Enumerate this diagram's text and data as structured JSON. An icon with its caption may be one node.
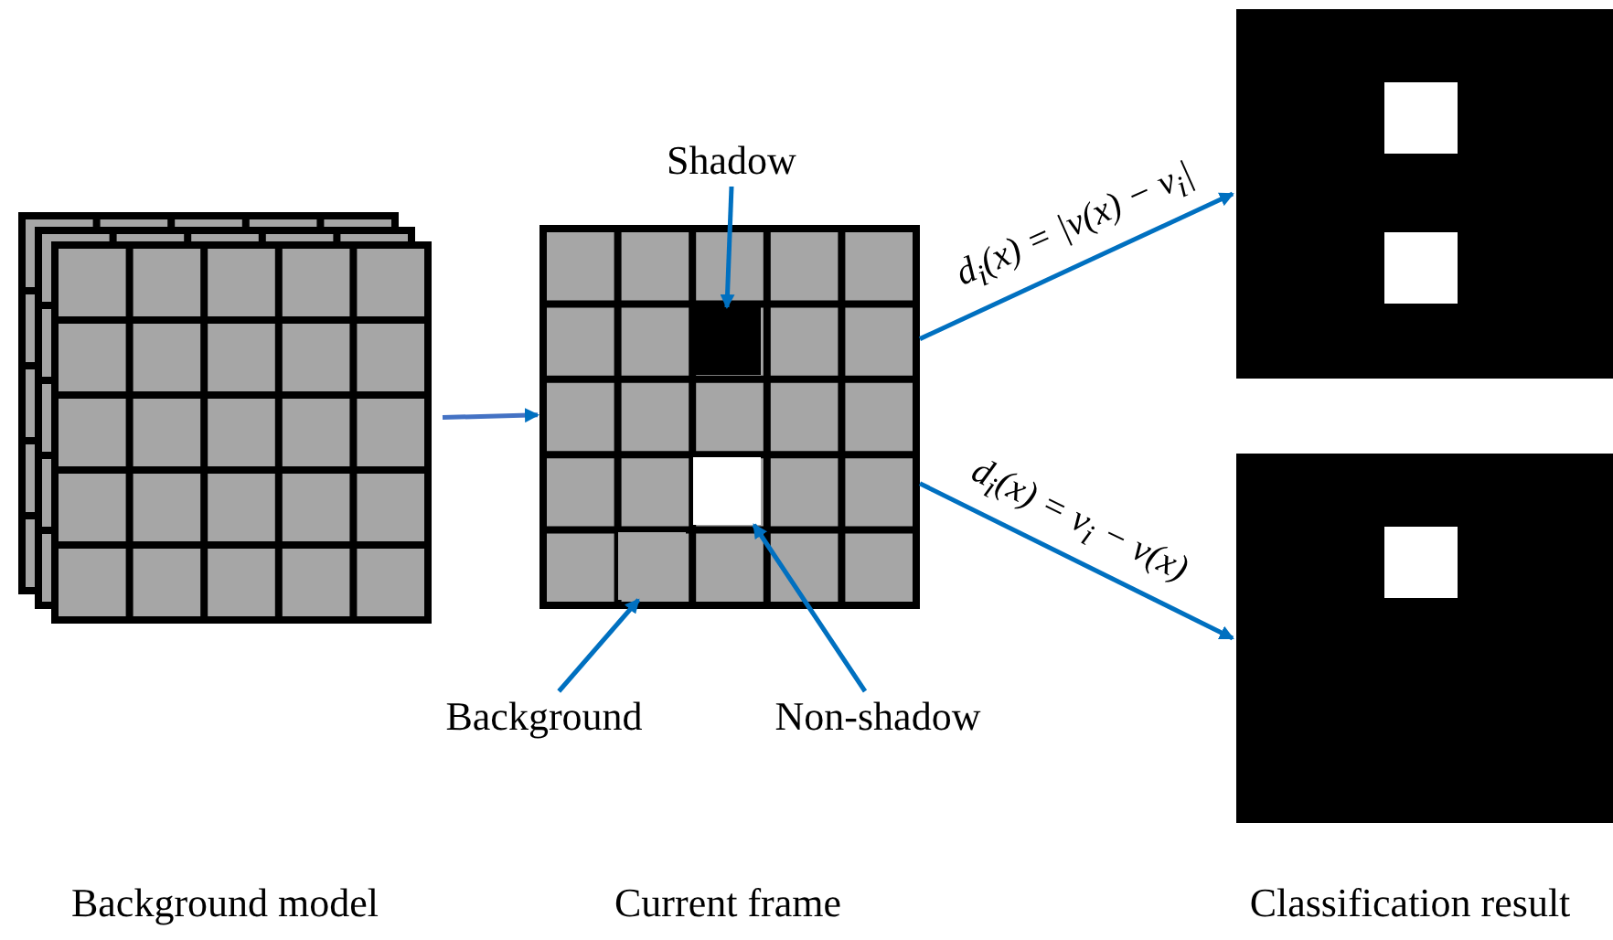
{
  "diagram": {
    "nodes": [
      {
        "text": [],
        "shape": "box"
      },
      {
        "text": [],
        "shape": "box"
      },
      {
        "text": [],
        "shape": "box",
        "in": 1
      },
      {
        "text": [],
        "shape": "box",
        "in": 1
      },
      {
        "text": [],
        "shape": "box",
        "in": 1
      },
      {
        "text": [
          "Shadow"
        ]
      },
      {
        "text": [
          "Background"
        ]
      },
      {
        "text": [
          "Non-shadow"
        ]
      },
      {
        "text": [],
        "shape": "box"
      },
      {
        "text": [],
        "shape": "box"
      }
    ],
    "edges": [
      {
        "from": 0,
        "to": 1,
        "arrow": "to"
      },
      {
        "from": 5,
        "to": 2,
        "arrow": "to"
      },
      {
        "from": 6,
        "to": 4,
        "arrow": "to"
      },
      {
        "from": 7,
        "to": 3,
        "arrow": "to"
      },
      {
        "from": 1,
        "to": 8,
        "arrow": "to",
        "label": "d$_{i}$(x) = |v(x) − v$_{i}$|"
      },
      {
        "from": 1,
        "to": 9,
        "arrow": "to",
        "label": "d$_{i}$(x) = v$_{i}$ − v(x)"
      }
    ],
    "labels": [
      "Background model",
      "Current frame",
      "Classification result"
    ]
  }
}
